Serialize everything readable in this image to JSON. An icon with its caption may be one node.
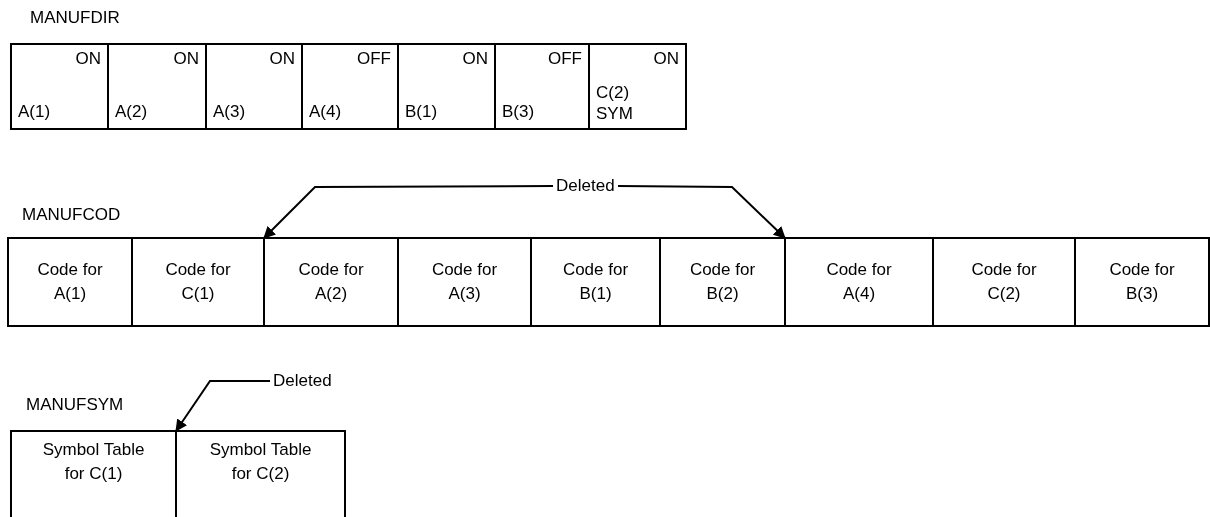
{
  "diagram": {
    "nodes": [
      {
        "text": [
          "ON",
          "A(1)"
        ]
      },
      {
        "text": [
          "ON",
          "A(2)"
        ]
      },
      {
        "text": [
          "ON",
          "A(3)"
        ]
      },
      {
        "text": [
          "OFF",
          "A(4)"
        ]
      },
      {
        "text": [
          "ON",
          "B(1)"
        ]
      },
      {
        "text": [
          "OFF",
          "B(3)"
        ]
      },
      {
        "text": [
          "ON",
          "C(2) SYM"
        ]
      },
      {
        "text": [
          "Deleted"
        ]
      },
      {
        "text": [
          "Code for A(1)"
        ]
      },
      {
        "text": [
          "Code for C(1)"
        ]
      },
      {
        "text": [
          "Code for A(2)"
        ]
      },
      {
        "text": [
          "Code for A(3)"
        ]
      },
      {
        "text": [
          "Code for B(1)"
        ]
      },
      {
        "text": [
          "Code for B(2)"
        ]
      },
      {
        "text": [
          "Code for A(4)"
        ]
      },
      {
        "text": [
          "Code for C(2)"
        ]
      },
      {
        "text": [
          "Code for B(3)"
        ]
      },
      {
        "text": [
          "Deleted"
        ]
      },
      {
        "text": [
          "Symbol Table for C(1)"
        ]
      },
      {
        "text": [
          "Symbol Table for C(2)"
        ]
      }
    ],
    "edges": [
      {
        "from": 7,
        "to": 9,
        "arrow": "to"
      },
      {
        "from": 7,
        "to": 13,
        "arrow": "to"
      },
      {
        "from": 17,
        "to": 18,
        "arrow": "to"
      }
    ],
    "labels": [
      "MANUFDIR",
      "MANUFCOD",
      "MANUFSYM"
    ]
  }
}
